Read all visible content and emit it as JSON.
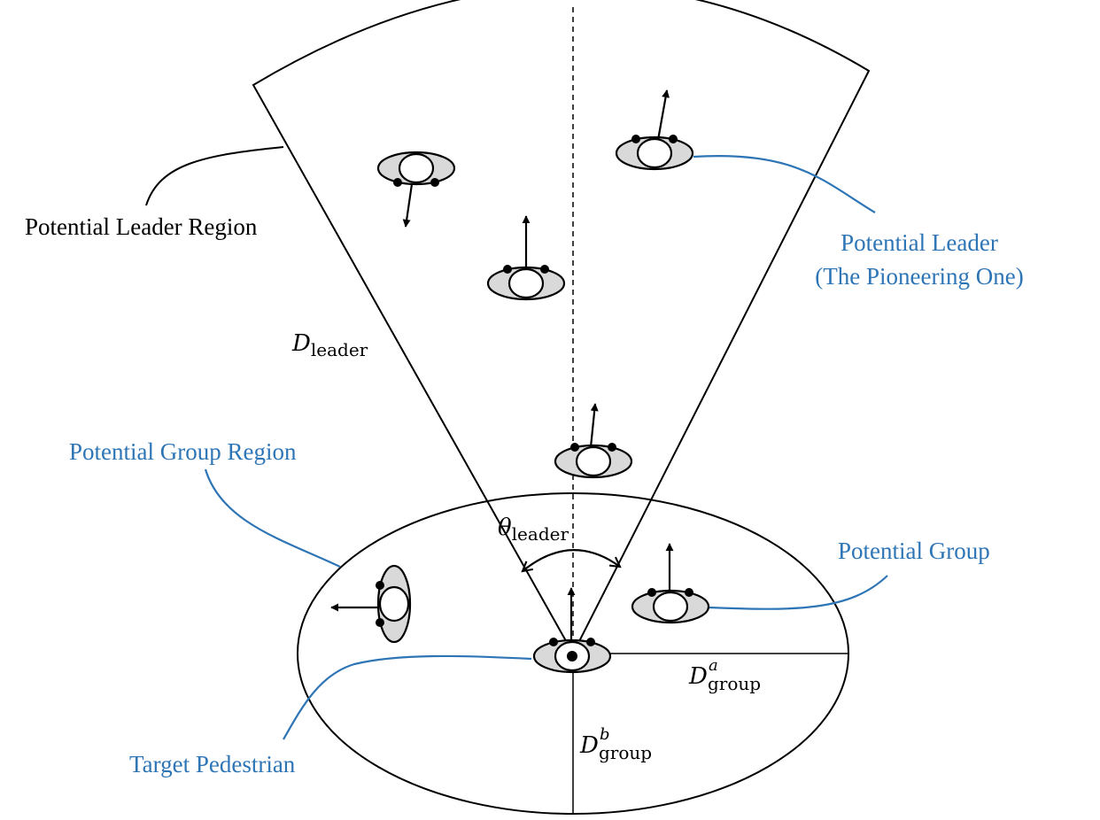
{
  "labels": {
    "potential_leader_region": "Potential Leader Region",
    "potential_leader_line1": "Potential Leader",
    "potential_leader_line2": "(The Pioneering One)",
    "potential_group_region": "Potential Group Region",
    "potential_group": "Potential Group",
    "target_pedestrian": "Target Pedestrian"
  },
  "math": {
    "d_leader": {
      "symbol": "D",
      "subscript": "leader"
    },
    "theta_leader": {
      "symbol": "θ",
      "subscript": "leader"
    },
    "d_group_a": {
      "symbol": "D",
      "subscript": "group",
      "superscript": "a"
    },
    "d_group_b": {
      "symbol": "D",
      "subscript": "group",
      "superscript": "b"
    }
  },
  "colors": {
    "label_blue": "#2e75b6",
    "pedestrian_body": "#d9d9d9",
    "line": "#000000"
  },
  "icons": {
    "pedestrian": "pedestrian-top-view-icon",
    "heading": "heading-arrow-icon"
  }
}
